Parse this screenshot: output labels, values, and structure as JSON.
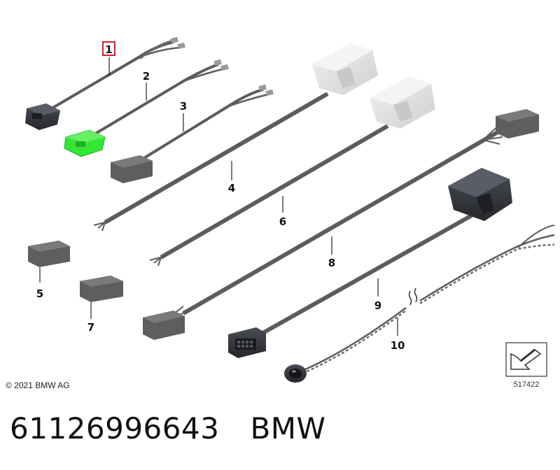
{
  "diagram": {
    "callouts": [
      {
        "id": 1,
        "label": "1",
        "highlighted": true
      },
      {
        "id": 2,
        "label": "2",
        "highlighted": false
      },
      {
        "id": 3,
        "label": "3",
        "highlighted": false
      },
      {
        "id": 4,
        "label": "4",
        "highlighted": false
      },
      {
        "id": 5,
        "label": "5",
        "highlighted": false
      },
      {
        "id": 6,
        "label": "6",
        "highlighted": false
      },
      {
        "id": 7,
        "label": "7",
        "highlighted": false
      },
      {
        "id": 8,
        "label": "8",
        "highlighted": false
      },
      {
        "id": 9,
        "label": "9",
        "highlighted": false
      },
      {
        "id": 10,
        "label": "10",
        "highlighted": false
      }
    ],
    "copyright": "© 2021 BMW AG",
    "reference_number": "517422",
    "highlight_color": "#d32030",
    "selected_part_color": "#33e633",
    "cable_color": "#5c5c5c",
    "connector_color": "#5a5a5a",
    "white_connector_color": "#e6e6e6"
  },
  "caption": {
    "part_number": "61126996643",
    "brand": "BMW"
  }
}
